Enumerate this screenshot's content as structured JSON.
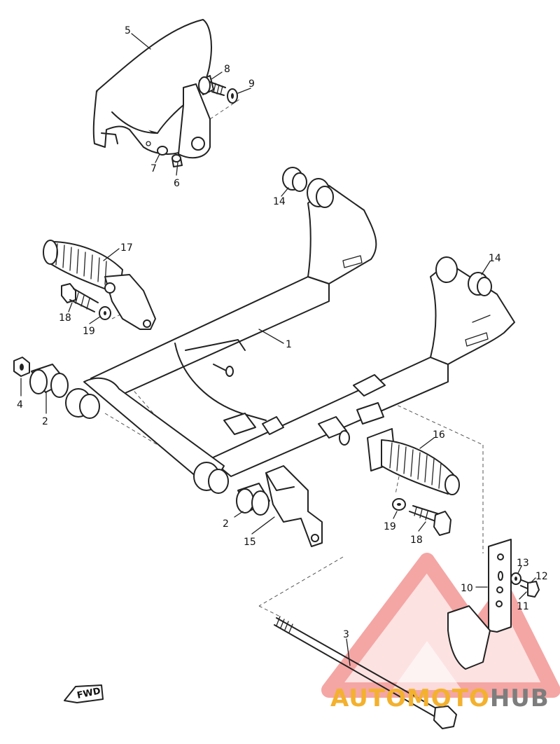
{
  "callouts": [
    {
      "id": "c5",
      "label": "5"
    },
    {
      "id": "c8",
      "label": "8"
    },
    {
      "id": "c9",
      "label": "9"
    },
    {
      "id": "c7",
      "label": "7"
    },
    {
      "id": "c6",
      "label": "6"
    },
    {
      "id": "c14a",
      "label": "14"
    },
    {
      "id": "c17",
      "label": "17"
    },
    {
      "id": "c14b",
      "label": "14"
    },
    {
      "id": "c18a",
      "label": "18"
    },
    {
      "id": "c19a",
      "label": "19"
    },
    {
      "id": "c1",
      "label": "1"
    },
    {
      "id": "c4",
      "label": "4"
    },
    {
      "id": "c2a",
      "label": "2"
    },
    {
      "id": "c16",
      "label": "16"
    },
    {
      "id": "c2b",
      "label": "2"
    },
    {
      "id": "c15",
      "label": "15"
    },
    {
      "id": "c19b",
      "label": "19"
    },
    {
      "id": "c18b",
      "label": "18"
    },
    {
      "id": "c13",
      "label": "13"
    },
    {
      "id": "c12",
      "label": "12"
    },
    {
      "id": "c10",
      "label": "10"
    },
    {
      "id": "c11",
      "label": "11"
    },
    {
      "id": "c3",
      "label": "3"
    }
  ],
  "fwd_label": "FWD",
  "watermark": {
    "part1": "AUTOMOTO",
    "part2": "HUB",
    "colors": {
      "triangle": "#e8413c",
      "auto": "#f3b12e",
      "hub": "#7d7d7d"
    }
  }
}
